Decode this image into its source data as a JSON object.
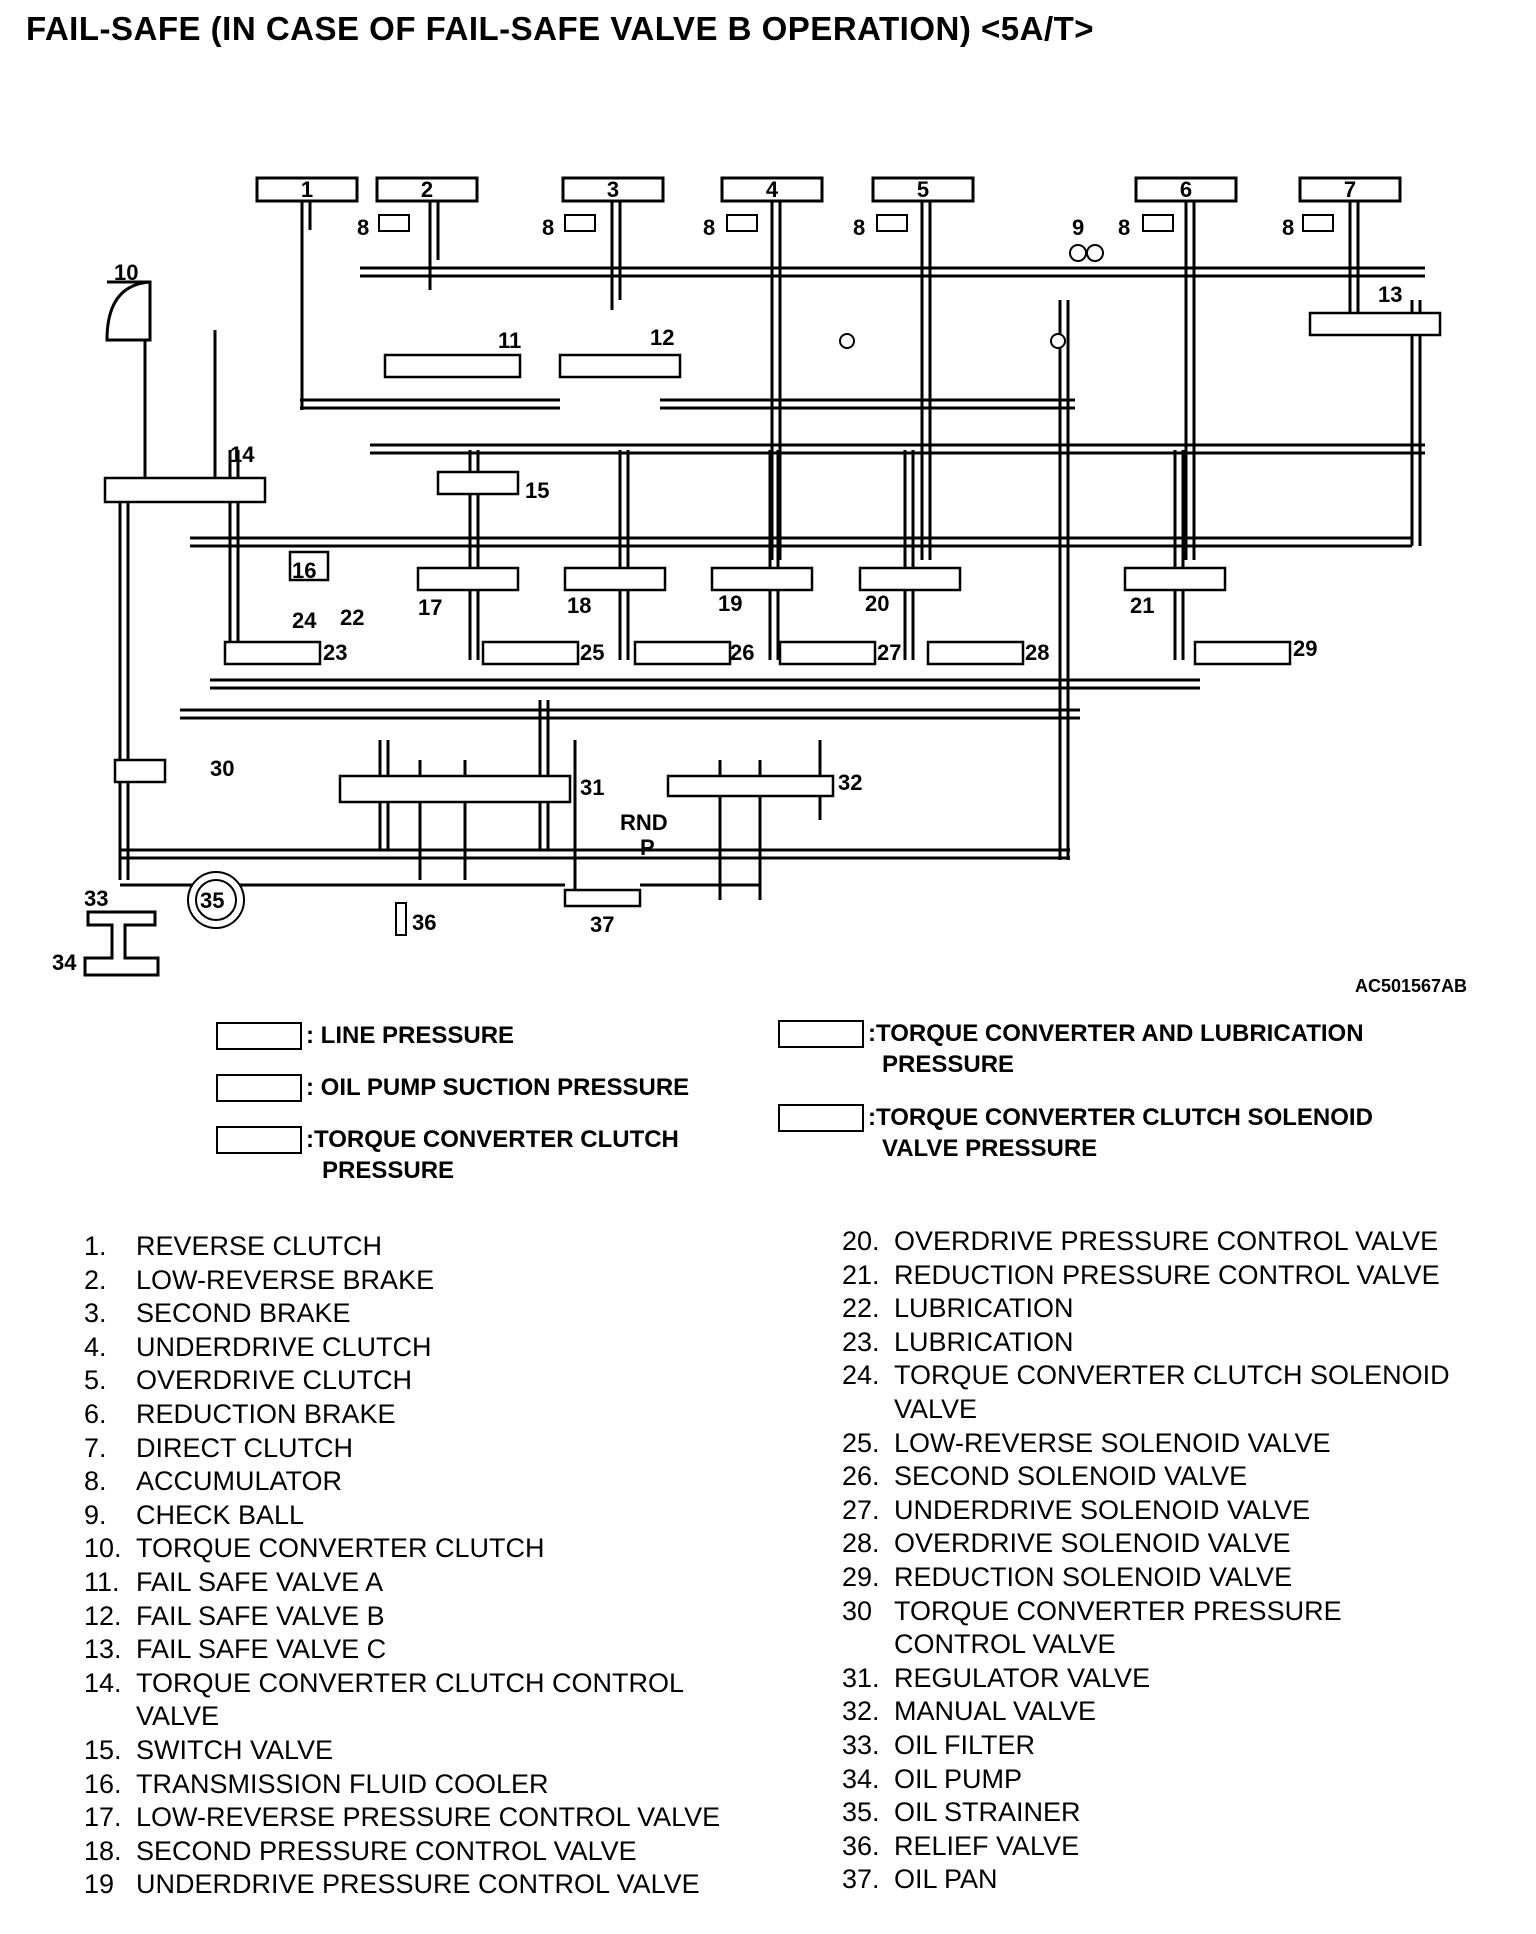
{
  "title": "FAIL-SAFE (IN CASE OF FAIL-SAFE VALVE B OPERATION) <5A/T>",
  "figure_code": "AC501567AB",
  "selector_label_top": "RND",
  "selector_label_bottom": "P",
  "top_boxes": [
    "1",
    "2",
    "3",
    "4",
    "5",
    "6",
    "7"
  ],
  "callouts": {
    "accumulator": "8",
    "check_ball": "9",
    "tcc": "10",
    "fsa": "11",
    "fsb": "12",
    "fsc": "13",
    "tccc": "14",
    "switch": "15",
    "cooler": "16",
    "pcv17": "17",
    "pcv18": "18",
    "pcv19": "19",
    "pcv20": "20",
    "pcv21": "21",
    "lub22": "22",
    "lub23": "23",
    "sol24": "24",
    "sol25": "25",
    "sol26": "26",
    "sol27": "27",
    "sol28": "28",
    "sol29": "29",
    "tcpcv": "30",
    "reg": "31",
    "manual": "32",
    "filter": "33",
    "pump": "34",
    "strainer": "35",
    "relief": "36",
    "pan": "37"
  },
  "legend": {
    "line": ": LINE PRESSURE",
    "suction": ": OIL PUMP SUCTION PRESSURE",
    "tcc_1": ":TORQUE CONVERTER CLUTCH",
    "tcc_2": "PRESSURE",
    "tcl_1": ":TORQUE CONVERTER AND LUBRICATION",
    "tcl_2": "PRESSURE",
    "tccs_1": ":TORQUE CONVERTER CLUTCH SOLENOID",
    "tccs_2": "VALVE PRESSURE"
  },
  "parts_left": [
    {
      "n": "1.",
      "label": "REVERSE CLUTCH"
    },
    {
      "n": "2.",
      "label": "LOW-REVERSE BRAKE"
    },
    {
      "n": "3.",
      "label": "SECOND BRAKE"
    },
    {
      "n": "4.",
      "label": "UNDERDRIVE CLUTCH"
    },
    {
      "n": "5.",
      "label": "OVERDRIVE CLUTCH"
    },
    {
      "n": "6.",
      "label": "REDUCTION BRAKE"
    },
    {
      "n": "7.",
      "label": "DIRECT CLUTCH"
    },
    {
      "n": "8.",
      "label": "ACCUMULATOR"
    },
    {
      "n": "9.",
      "label": "CHECK BALL"
    },
    {
      "n": "10.",
      "label": "TORQUE CONVERTER CLUTCH"
    },
    {
      "n": "11.",
      "label": "FAIL SAFE VALVE A"
    },
    {
      "n": "12.",
      "label": "FAIL SAFE VALVE B"
    },
    {
      "n": "13.",
      "label": "FAIL SAFE VALVE C"
    },
    {
      "n": "14.",
      "label": "TORQUE CONVERTER CLUTCH CONTROL",
      "label2": "VALVE"
    },
    {
      "n": "15.",
      "label": "SWITCH VALVE"
    },
    {
      "n": "16.",
      "label": "TRANSMISSION FLUID COOLER"
    },
    {
      "n": "17.",
      "label": "LOW-REVERSE PRESSURE CONTROL VALVE"
    },
    {
      "n": "18.",
      "label": "SECOND PRESSURE CONTROL VALVE"
    },
    {
      "n": "19",
      "label": "UNDERDRIVE PRESSURE CONTROL VALVE"
    }
  ],
  "parts_right": [
    {
      "n": "20.",
      "label": "OVERDRIVE PRESSURE CONTROL VALVE"
    },
    {
      "n": "21.",
      "label": "REDUCTION PRESSURE CONTROL VALVE"
    },
    {
      "n": "22.",
      "label": "LUBRICATION"
    },
    {
      "n": "23.",
      "label": "LUBRICATION"
    },
    {
      "n": "24.",
      "label": "TORQUE CONVERTER CLUTCH SOLENOID",
      "label2": "VALVE"
    },
    {
      "n": "25.",
      "label": "LOW-REVERSE SOLENOID VALVE"
    },
    {
      "n": "26.",
      "label": "SECOND SOLENOID VALVE"
    },
    {
      "n": "27.",
      "label": "UNDERDRIVE SOLENOID VALVE"
    },
    {
      "n": "28.",
      "label": "OVERDRIVE SOLENOID VALVE"
    },
    {
      "n": "29.",
      "label": "REDUCTION SOLENOID VALVE"
    },
    {
      "n": "30",
      "label": "TORQUE CONVERTER PRESSURE",
      "label2": "CONTROL VALVE"
    },
    {
      "n": "31.",
      "label": "REGULATOR VALVE"
    },
    {
      "n": "32.",
      "label": "MANUAL VALVE"
    },
    {
      "n": "33.",
      "label": "OIL FILTER"
    },
    {
      "n": "34.",
      "label": "OIL PUMP"
    },
    {
      "n": "35.",
      "label": "OIL STRAINER"
    },
    {
      "n": "36.",
      "label": "RELIEF VALVE"
    },
    {
      "n": "37.",
      "label": "OIL PAN"
    }
  ]
}
